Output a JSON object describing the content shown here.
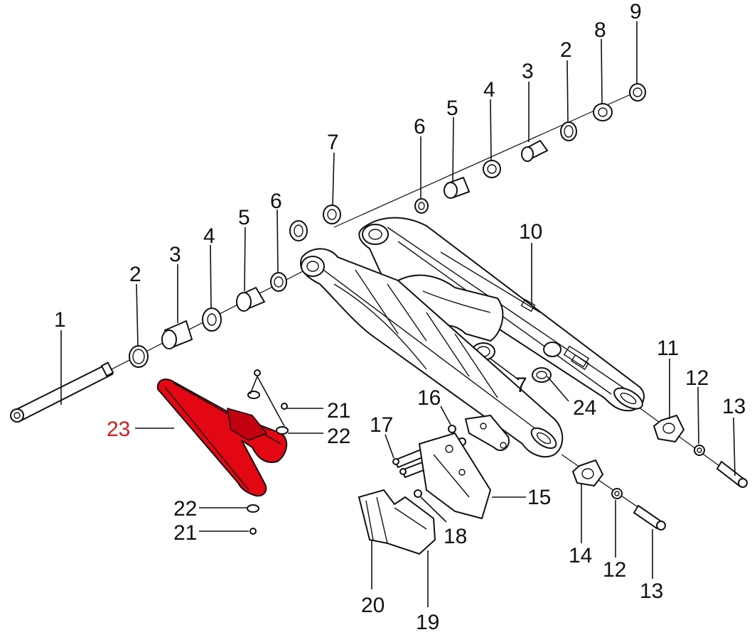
{
  "colors": {
    "line": "#111111",
    "highlight": "#e30613",
    "label": "#111111",
    "highlight_label": "#d01c1c"
  },
  "highlighted_part": "23",
  "callouts": [
    {
      "id": "c1",
      "text": "1"
    },
    {
      "id": "c2a",
      "text": "2"
    },
    {
      "id": "c3a",
      "text": "3"
    },
    {
      "id": "c4a",
      "text": "4"
    },
    {
      "id": "c5a",
      "text": "5"
    },
    {
      "id": "c6a",
      "text": "6"
    },
    {
      "id": "c7a",
      "text": "7"
    },
    {
      "id": "c6b",
      "text": "6"
    },
    {
      "id": "c5b",
      "text": "5"
    },
    {
      "id": "c4b",
      "text": "4"
    },
    {
      "id": "c3b",
      "text": "3"
    },
    {
      "id": "c2b",
      "text": "2"
    },
    {
      "id": "c8",
      "text": "8"
    },
    {
      "id": "c9",
      "text": "9"
    },
    {
      "id": "c10",
      "text": "10"
    },
    {
      "id": "c7b",
      "text": "7"
    },
    {
      "id": "c24",
      "text": "24"
    },
    {
      "id": "c11",
      "text": "11"
    },
    {
      "id": "c12a",
      "text": "12"
    },
    {
      "id": "c13a",
      "text": "13"
    },
    {
      "id": "c16",
      "text": "16"
    },
    {
      "id": "c17",
      "text": "17"
    },
    {
      "id": "c15",
      "text": "15"
    },
    {
      "id": "c18",
      "text": "18"
    },
    {
      "id": "c14",
      "text": "14"
    },
    {
      "id": "c12b",
      "text": "12"
    },
    {
      "id": "c13b",
      "text": "13"
    },
    {
      "id": "c21a",
      "text": "21"
    },
    {
      "id": "c22a",
      "text": "22"
    },
    {
      "id": "c23",
      "text": "23"
    },
    {
      "id": "c22b",
      "text": "22"
    },
    {
      "id": "c21b",
      "text": "21"
    },
    {
      "id": "c20",
      "text": "20"
    },
    {
      "id": "c19",
      "text": "19"
    }
  ]
}
